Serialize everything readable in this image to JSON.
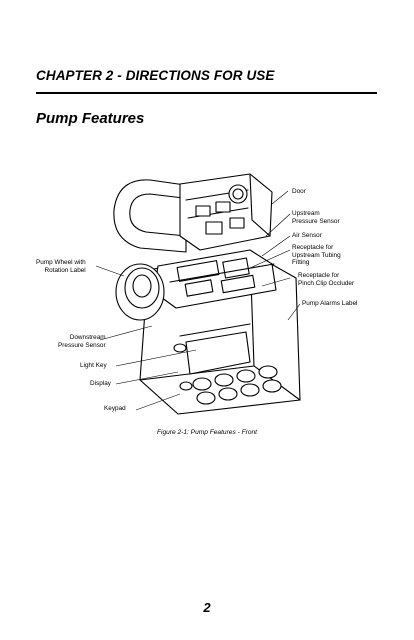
{
  "chapter_title": "CHAPTER 2 - DIRECTIONS FOR USE",
  "section_title": "Pump Features",
  "labels": {
    "door": "Door",
    "upstream_sensor": [
      "Upstream",
      "Pressure Sensor"
    ],
    "air_sensor": "Air Sensor",
    "receptacle_upstream": [
      "Receptacle for",
      "Upstream Tubing",
      "Fitting"
    ],
    "receptacle_pinch": [
      "Receptacle for",
      "Pinch Clip Occluder"
    ],
    "pump_alarms": "Pump Alarms Label",
    "pump_wheel": [
      "Pump Wheel with",
      "Rotation Label"
    ],
    "downstream_sensor": [
      "Downstream",
      "Pressure Sensor"
    ],
    "light_key": "Light Key",
    "display": "Display",
    "keypad": "Keypad"
  },
  "caption": "Figure 2-1: Pump Features - Front",
  "page_number": "2"
}
